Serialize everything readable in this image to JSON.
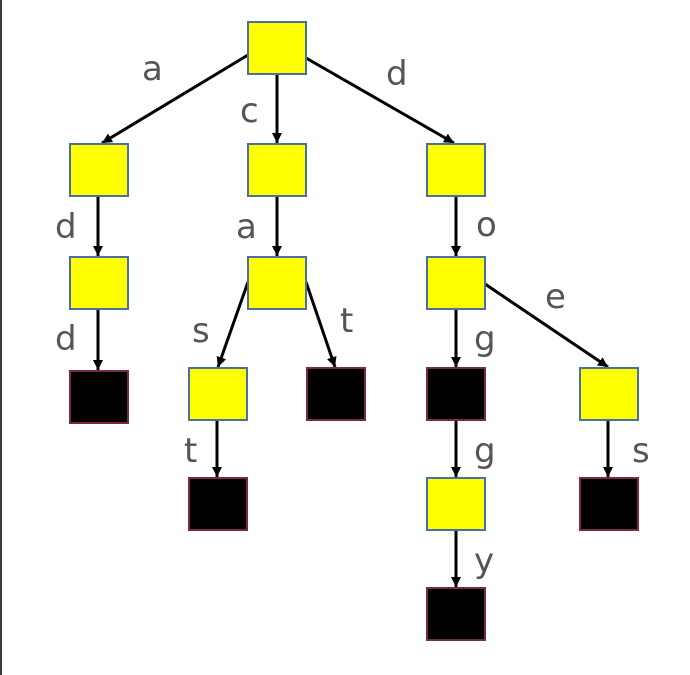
{
  "diagram": {
    "type": "trie",
    "colors": {
      "internal_fill": "#ffff00",
      "terminal_fill": "#000000",
      "node_border": "#4a6fa5",
      "edge": "#000000",
      "label": "#555555"
    },
    "nodes": [
      {
        "id": "root",
        "terminal": false
      },
      {
        "id": "a",
        "terminal": false
      },
      {
        "id": "c",
        "terminal": false
      },
      {
        "id": "d",
        "terminal": false
      },
      {
        "id": "ad",
        "terminal": false
      },
      {
        "id": "add",
        "terminal": true
      },
      {
        "id": "ca",
        "terminal": false
      },
      {
        "id": "cas",
        "terminal": false
      },
      {
        "id": "cat",
        "terminal": true
      },
      {
        "id": "cast",
        "terminal": true
      },
      {
        "id": "do",
        "terminal": false
      },
      {
        "id": "dog",
        "terminal": true
      },
      {
        "id": "doe",
        "terminal": false
      },
      {
        "id": "does",
        "terminal": true
      },
      {
        "id": "dogg",
        "terminal": false
      },
      {
        "id": "doggy",
        "terminal": true
      }
    ],
    "edges": [
      {
        "from": "root",
        "to": "a",
        "label": "a"
      },
      {
        "from": "root",
        "to": "c",
        "label": "c"
      },
      {
        "from": "root",
        "to": "d",
        "label": "d"
      },
      {
        "from": "a",
        "to": "ad",
        "label": "d"
      },
      {
        "from": "ad",
        "to": "add",
        "label": "d"
      },
      {
        "from": "c",
        "to": "ca",
        "label": "a"
      },
      {
        "from": "ca",
        "to": "cas",
        "label": "s"
      },
      {
        "from": "ca",
        "to": "cat",
        "label": "t"
      },
      {
        "from": "cas",
        "to": "cast",
        "label": "t"
      },
      {
        "from": "d",
        "to": "do",
        "label": "o"
      },
      {
        "from": "do",
        "to": "dog",
        "label": "g"
      },
      {
        "from": "do",
        "to": "doe",
        "label": "e"
      },
      {
        "from": "doe",
        "to": "does",
        "label": "s"
      },
      {
        "from": "dog",
        "to": "dogg",
        "label": "g"
      },
      {
        "from": "dogg",
        "to": "doggy",
        "label": "y"
      }
    ]
  }
}
